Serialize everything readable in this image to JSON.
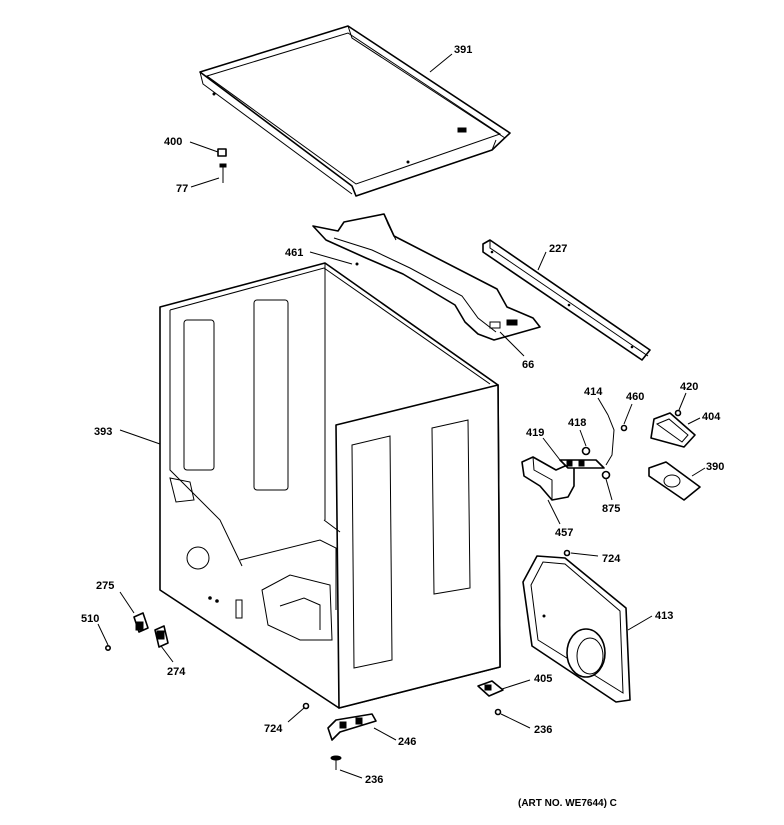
{
  "labels": {
    "l391": "391",
    "l400": "400",
    "l77": "77",
    "l461": "461",
    "l227": "227",
    "l66": "66",
    "l393": "393",
    "l414": "414",
    "l460": "460",
    "l420": "420",
    "l404": "404",
    "l418": "418",
    "l419": "419",
    "l390": "390",
    "l875": "875",
    "l457": "457",
    "l724a": "724",
    "l275": "275",
    "l510": "510",
    "l274": "274",
    "l413": "413",
    "l405": "405",
    "l724b": "724",
    "l246": "246",
    "l236a": "236",
    "l236b": "236"
  },
  "art_number": "(ART NO. WE7644) C"
}
